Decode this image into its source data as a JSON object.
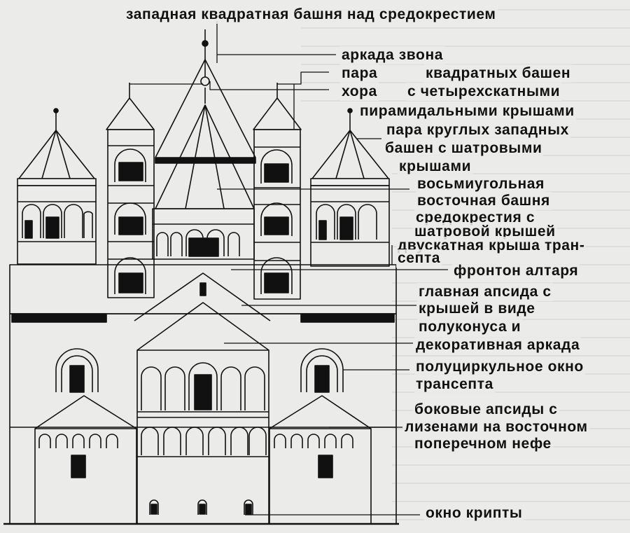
{
  "labels": {
    "crossing_west_tower": "западная квадратная башня над средокрестием",
    "bell_arcade": "аркада звона",
    "pair_prefix": "пара",
    "square_towers_1": "квадратных башен",
    "choir": "хора",
    "square_towers_2": "с четырехскатными",
    "square_towers_3": "пирамидальными крышами",
    "round_towers_1": "пара круглых западных",
    "round_towers_2": "башен с шатровыми",
    "round_towers_3": "крышами",
    "octagonal_1": "восьмиугольная",
    "octagonal_2": "восточная башня",
    "octagonal_3": "средокрестия с",
    "octagonal_4": "шатровой крышей",
    "transept_roof_1": "двускатная крыша тран-",
    "transept_roof_2": "септа",
    "altar_gable": "фронтон алтаря",
    "main_apse_1": "главная апсида с",
    "main_apse_2": "крышей в виде",
    "main_apse_3": "полуконуса и",
    "main_apse_4": "декоративная аркада",
    "transept_window_1": "полуциркульное окно",
    "transept_window_2": "трансепта",
    "side_apses_1": "боковые апсиды с",
    "side_apses_2": "лизенами на восточном",
    "side_apses_3": "поперечном нефе",
    "crypt_window": "окно крипты"
  },
  "colors": {
    "ink": "#111111",
    "paper": "#ebebea"
  }
}
